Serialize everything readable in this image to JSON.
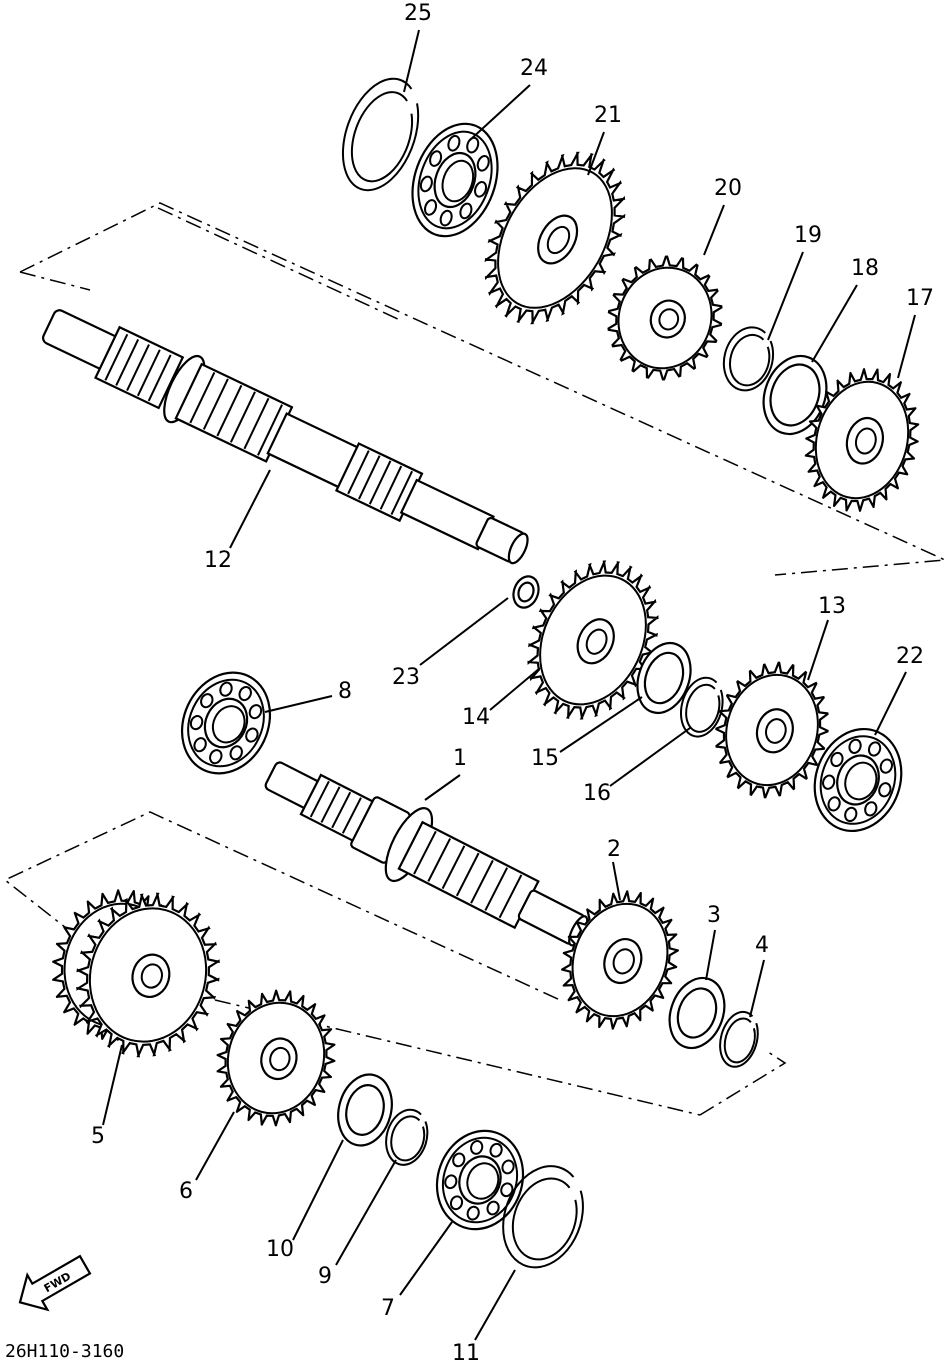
{
  "diagram": {
    "drawing_code": "26H110-3160",
    "forward_label": "FWD",
    "parts": [
      {
        "id": "part-1",
        "callout": "1",
        "kind": "main-axle"
      },
      {
        "id": "part-2",
        "callout": "2",
        "kind": "gear"
      },
      {
        "id": "part-3",
        "callout": "3",
        "kind": "washer"
      },
      {
        "id": "part-4",
        "callout": "4",
        "kind": "circlip"
      },
      {
        "id": "part-5",
        "callout": "5",
        "kind": "gear"
      },
      {
        "id": "part-6",
        "callout": "6",
        "kind": "gear"
      },
      {
        "id": "part-7",
        "callout": "7",
        "kind": "bearing"
      },
      {
        "id": "part-8",
        "callout": "8",
        "kind": "bearing"
      },
      {
        "id": "part-9",
        "callout": "9",
        "kind": "circlip"
      },
      {
        "id": "part-10",
        "callout": "10",
        "kind": "washer"
      },
      {
        "id": "part-11",
        "callout": "11",
        "kind": "circlip"
      },
      {
        "id": "part-12",
        "callout": "12",
        "kind": "drive-axle"
      },
      {
        "id": "part-13",
        "callout": "13",
        "kind": "gear"
      },
      {
        "id": "part-14",
        "callout": "14",
        "kind": "gear"
      },
      {
        "id": "part-15",
        "callout": "15",
        "kind": "washer"
      },
      {
        "id": "part-16",
        "callout": "16",
        "kind": "circlip"
      },
      {
        "id": "part-17",
        "callout": "17",
        "kind": "gear"
      },
      {
        "id": "part-18",
        "callout": "18",
        "kind": "washer"
      },
      {
        "id": "part-19",
        "callout": "19",
        "kind": "circlip"
      },
      {
        "id": "part-20",
        "callout": "20",
        "kind": "gear"
      },
      {
        "id": "part-21",
        "callout": "21",
        "kind": "gear"
      },
      {
        "id": "part-22",
        "callout": "22",
        "kind": "bearing"
      },
      {
        "id": "part-23",
        "callout": "23",
        "kind": "collar"
      },
      {
        "id": "part-24",
        "callout": "24",
        "kind": "bearing"
      },
      {
        "id": "part-25",
        "callout": "25",
        "kind": "circlip"
      }
    ]
  }
}
